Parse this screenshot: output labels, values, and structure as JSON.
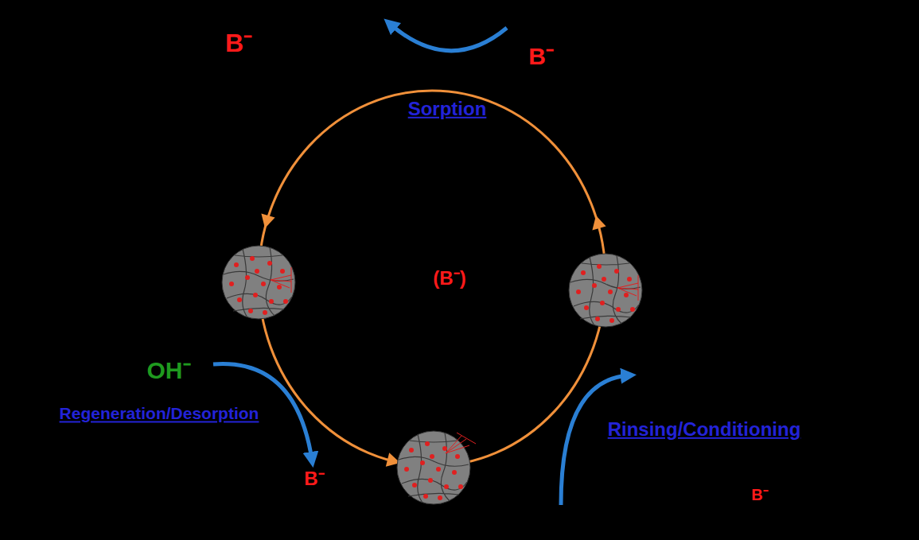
{
  "diagram": {
    "labels": [
      "B⁻",
      "B⁻",
      "Sorption",
      "(B⁻)",
      "OH⁻",
      "Regeneration/Desorption",
      "B⁻",
      "Rinsing/Conditioning",
      "B⁻"
    ]
  }
}
